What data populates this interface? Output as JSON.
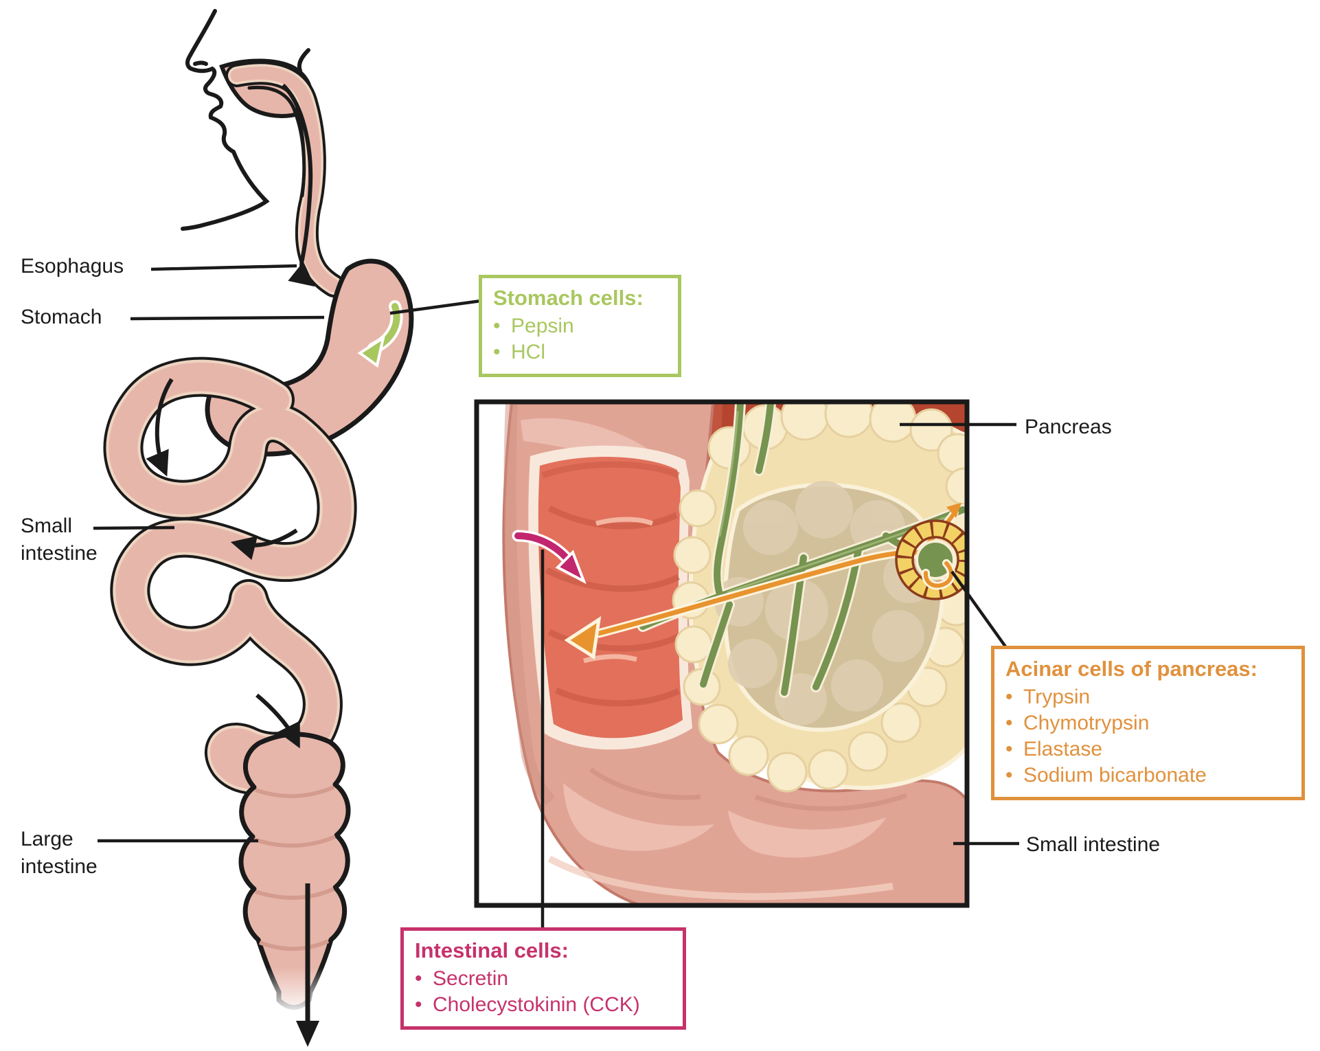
{
  "anatomy_labels": {
    "esophagus": "Esophagus",
    "stomach": "Stomach",
    "small_intestine": "Small\nintestine",
    "large_intestine": "Large\nintestine",
    "pancreas": "Pancreas",
    "small_intestine_inset": "Small intestine"
  },
  "callouts": {
    "stomach_cells": {
      "title": "Stomach cells:",
      "items": [
        "Pepsin",
        "HCl"
      ],
      "color": "#a9c75f"
    },
    "intestinal_cells": {
      "title": "Intestinal cells:",
      "items": [
        "Secretin",
        "Cholecystokinin (CCK)"
      ],
      "color": "#c6326b"
    },
    "acinar_cells": {
      "title": "Acinar cells of pancreas:",
      "items": [
        "Trypsin",
        "Chymotrypsin",
        "Elastase",
        "Sodium bicarbonate"
      ],
      "color": "#e0913d"
    }
  },
  "palette": {
    "flesh_pink": "#e7b6aa",
    "flesh_edge_cream": "#eed5c2",
    "outline_black": "#1a1a1a",
    "lumen_red": "#e2705b",
    "pancreas_cream": "#f3e0b0",
    "duct_green": "#76934f",
    "duct_orange": "#e8932e",
    "stomach_arrow_green": "#a9c75f",
    "intestinal_arrow_magenta": "#c2266f"
  }
}
